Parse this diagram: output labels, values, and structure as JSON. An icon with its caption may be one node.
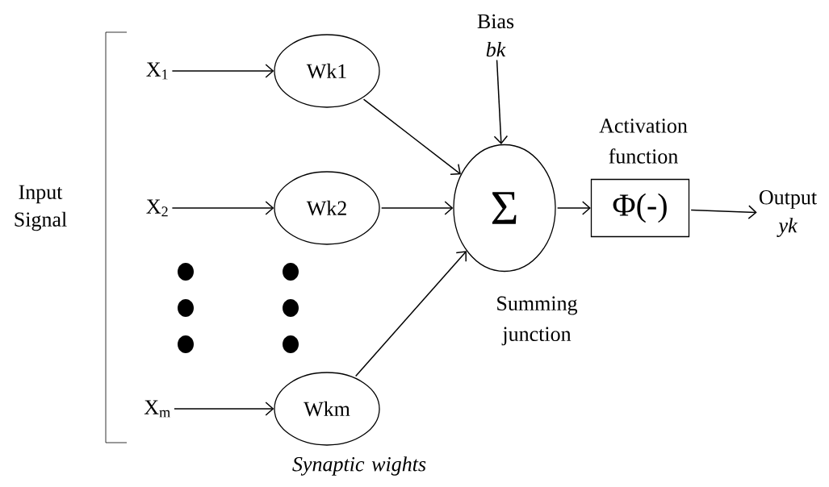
{
  "diagram": {
    "nodes": [
      {
        "text": [
          "X$_{1}$"
        ]
      },
      {
        "text": [
          "Wk1"
        ]
      },
      {
        "text": [
          "X$_{2}$"
        ]
      },
      {
        "text": [
          "Wk2"
        ]
      },
      {
        "text": [
          "X$_{m}$"
        ]
      },
      {
        "text": [
          "Wkm"
        ]
      },
      {
        "text": [
          "Bias",
          "bk"
        ]
      },
      {
        "text": [
          "Σ"
        ],
        "beside": [
          "Summing junction"
        ]
      },
      {
        "text": [
          "Φ(-)"
        ],
        "beside": [
          "Activation function"
        ]
      },
      {
        "text": [
          "Output",
          "yk"
        ]
      }
    ],
    "edges": [
      {
        "from": 0,
        "to": 1,
        "arrow": "to"
      },
      {
        "from": 2,
        "to": 3,
        "arrow": "to"
      },
      {
        "from": 4,
        "to": 5,
        "arrow": "to"
      },
      {
        "from": 1,
        "to": 7,
        "arrow": "to"
      },
      {
        "from": 3,
        "to": 7,
        "arrow": "to"
      },
      {
        "from": 5,
        "to": 7,
        "arrow": "to"
      },
      {
        "from": 6,
        "to": 7,
        "arrow": "to"
      },
      {
        "from": 7,
        "to": 8,
        "arrow": "to"
      },
      {
        "from": 8,
        "to": 9,
        "arrow": "to"
      }
    ],
    "labels": [
      "Input Signal",
      "Synaptic wights"
    ]
  }
}
